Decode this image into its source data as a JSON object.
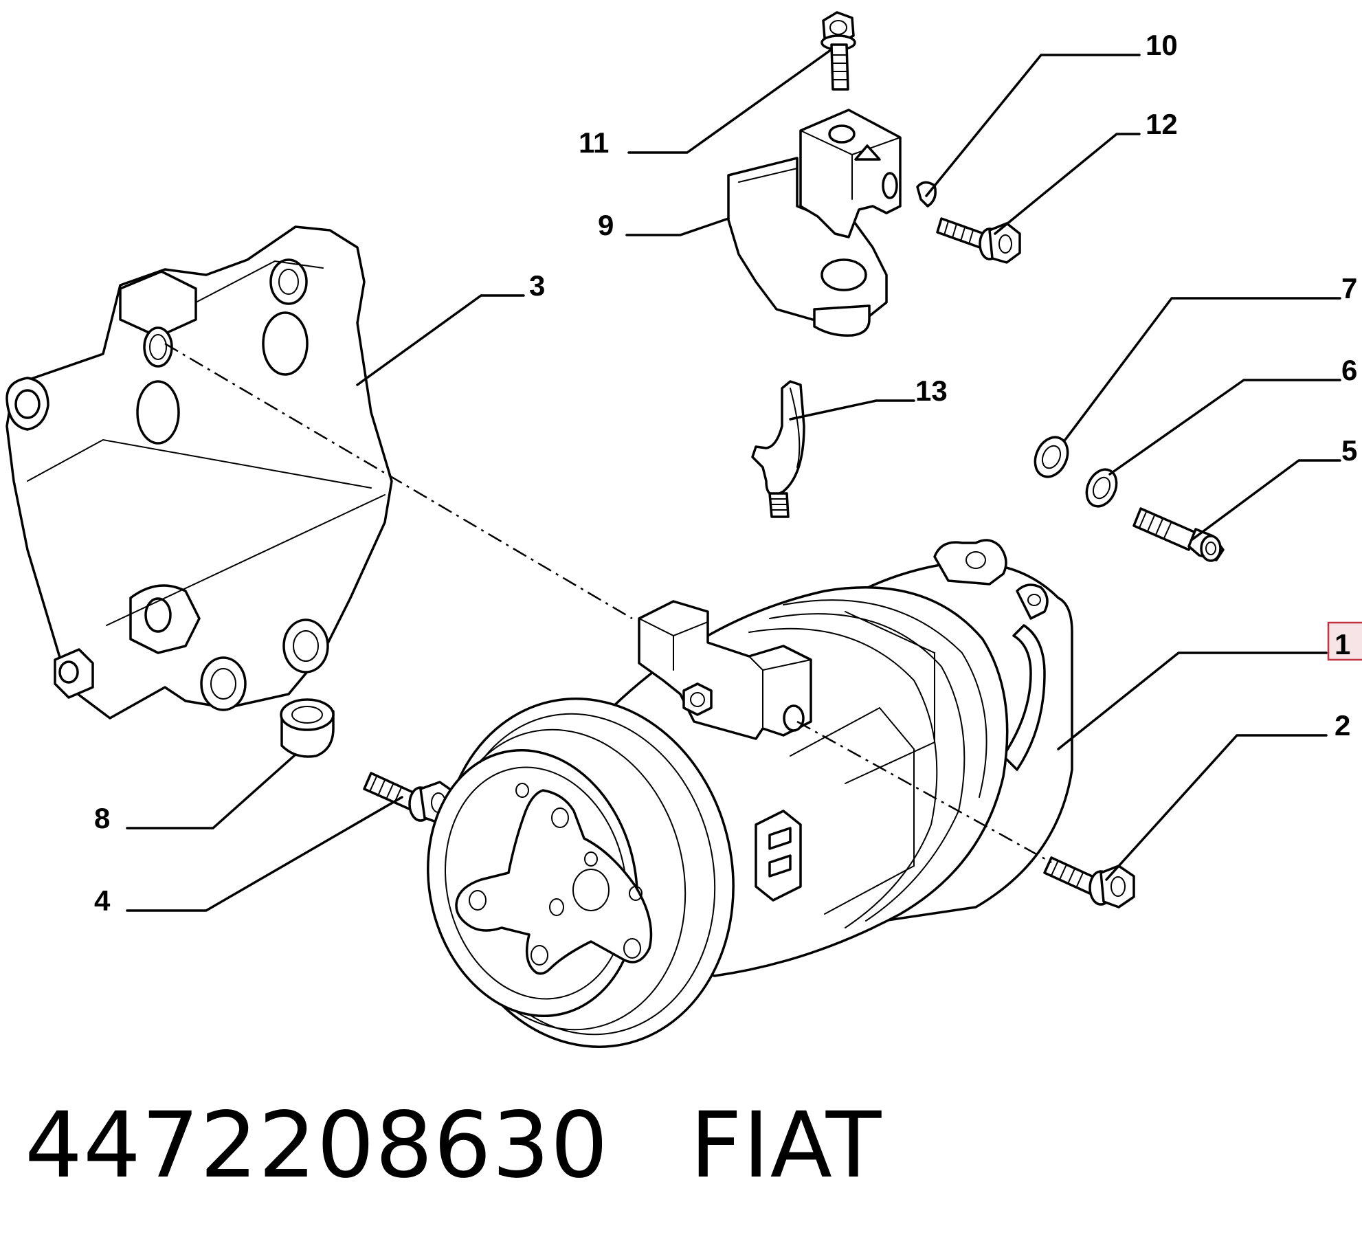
{
  "callouts": {
    "c1": "1",
    "c2": "2",
    "c3": "3",
    "c4": "4",
    "c5": "5",
    "c6": "6",
    "c7": "7",
    "c8": "8",
    "c9": "9",
    "c10": "10",
    "c11": "11",
    "c12": "12",
    "c13": "13"
  },
  "highlighted_callout": "1",
  "highlight_color": "#c2313f",
  "footer": {
    "part_number": "4472208630",
    "brand": "FIAT"
  }
}
